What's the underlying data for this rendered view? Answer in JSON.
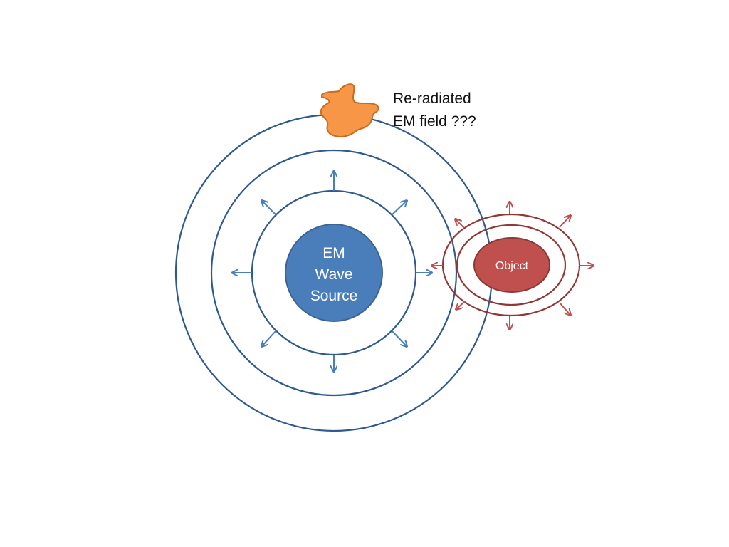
{
  "diagram": {
    "source": {
      "label_lines": [
        "EM",
        "Wave",
        "Source"
      ]
    },
    "object": {
      "label": "Object"
    },
    "annotation": {
      "lines": [
        "Re-radiated",
        "EM field ???"
      ]
    }
  },
  "colors": {
    "source_fill": "#4a7ebb",
    "source_stroke": "#3b6494",
    "wave_ring": "#2f5a8f",
    "source_arrow": "#4a7ebb",
    "object_fill": "#c0504d",
    "object_stroke": "#8c3836",
    "object_ring": "#943634",
    "object_arrow": "#c0504d",
    "blob_fill": "#f79646",
    "blob_stroke": "#c76d22"
  },
  "icons": {
    "reradiation_blob": "irregular-splash-shape"
  }
}
